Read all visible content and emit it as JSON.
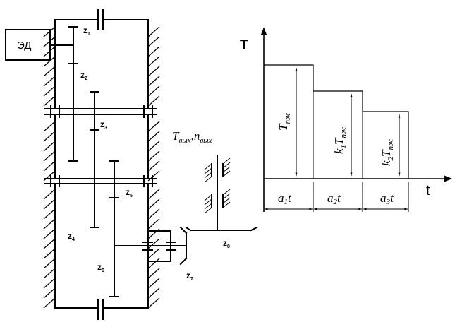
{
  "motor_label": "ЭД",
  "gears": [
    {
      "letter": "z",
      "index": "1"
    },
    {
      "letter": "z",
      "index": "2"
    },
    {
      "letter": "z",
      "index": "3"
    },
    {
      "letter": "z",
      "index": "4"
    },
    {
      "letter": "z",
      "index": "5"
    },
    {
      "letter": "z",
      "index": "6"
    },
    {
      "letter": "z",
      "index": "7"
    },
    {
      "letter": "z",
      "index": "8"
    }
  ],
  "output_label": {
    "T": "T",
    "T_sub": "вых",
    "comma": ",",
    "n": "n",
    "n_sub": "вых"
  },
  "graph": {
    "y_axis": "T",
    "x_axis": "t",
    "load_labels": [
      {
        "coef": "",
        "coef_sub": "",
        "T": "T",
        "T_sub": "пж"
      },
      {
        "coef": "k",
        "coef_sub": "1",
        "T": "T",
        "T_sub": "пж"
      },
      {
        "coef": "k",
        "coef_sub": "2",
        "T": "T",
        "T_sub": "пж"
      }
    ],
    "time_labels": [
      {
        "a": "a",
        "sub": "1",
        "t": "t"
      },
      {
        "a": "a",
        "sub": "2",
        "t": "t"
      },
      {
        "a": "a",
        "sub": "3",
        "t": "t"
      }
    ]
  }
}
